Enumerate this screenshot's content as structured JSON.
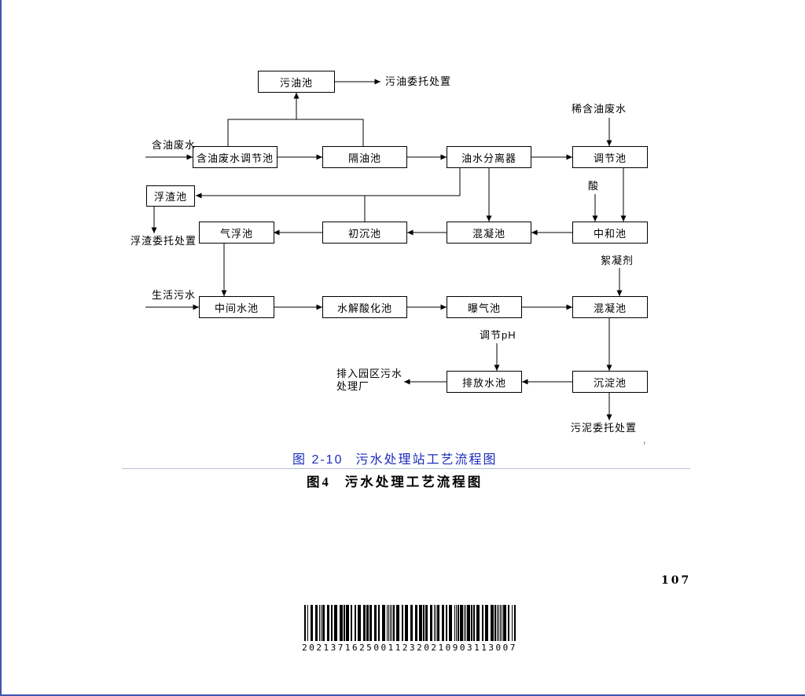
{
  "page": {
    "number": "107",
    "captions": {
      "fig_blue_label": "图 2-10",
      "fig_blue_title": "污水处理站工艺流程图",
      "fig_black_label": "图4",
      "fig_black_title": "污水处理工艺流程图"
    },
    "stray_mark": ",",
    "colors": {
      "caption_blue": "#1b2cbb",
      "edge_blue": "#4053b0",
      "line_color": "#000000"
    }
  },
  "diagram": {
    "boxes": {
      "oil_sump": "污油池",
      "oily_regulating": "含油废水调节池",
      "oil_trap": "隔油池",
      "oil_water_separator": "油水分离器",
      "regulating": "调节池",
      "scum_pool": "浮渣池",
      "air_flotation": "气浮池",
      "primary_sed": "初沉池",
      "coagulation_1": "混凝池",
      "neutralization": "中和池",
      "intermediate": "中间水池",
      "hydrolysis": "水解酸化池",
      "aeration": "曝气池",
      "coagulation_2": "混凝池",
      "discharge": "排放水池",
      "sedimentation": "沉淀池"
    },
    "labels": {
      "oily_wastewater": "含油废水",
      "oil_disposal": "污油委托处置",
      "dilute_oily": "稀含油废水",
      "acid": "酸",
      "scum_disposal": "浮渣委托处置",
      "domestic_sewage": "生活污水",
      "flocculant": "絮凝剂",
      "adjust_ph": "调节pH",
      "to_park_plant_line1": "排入园区污水",
      "to_park_plant_line2": "处理厂",
      "sludge_disposal": "污泥委托处置"
    }
  },
  "barcode": {
    "number": "202137162500112320210903113007"
  }
}
